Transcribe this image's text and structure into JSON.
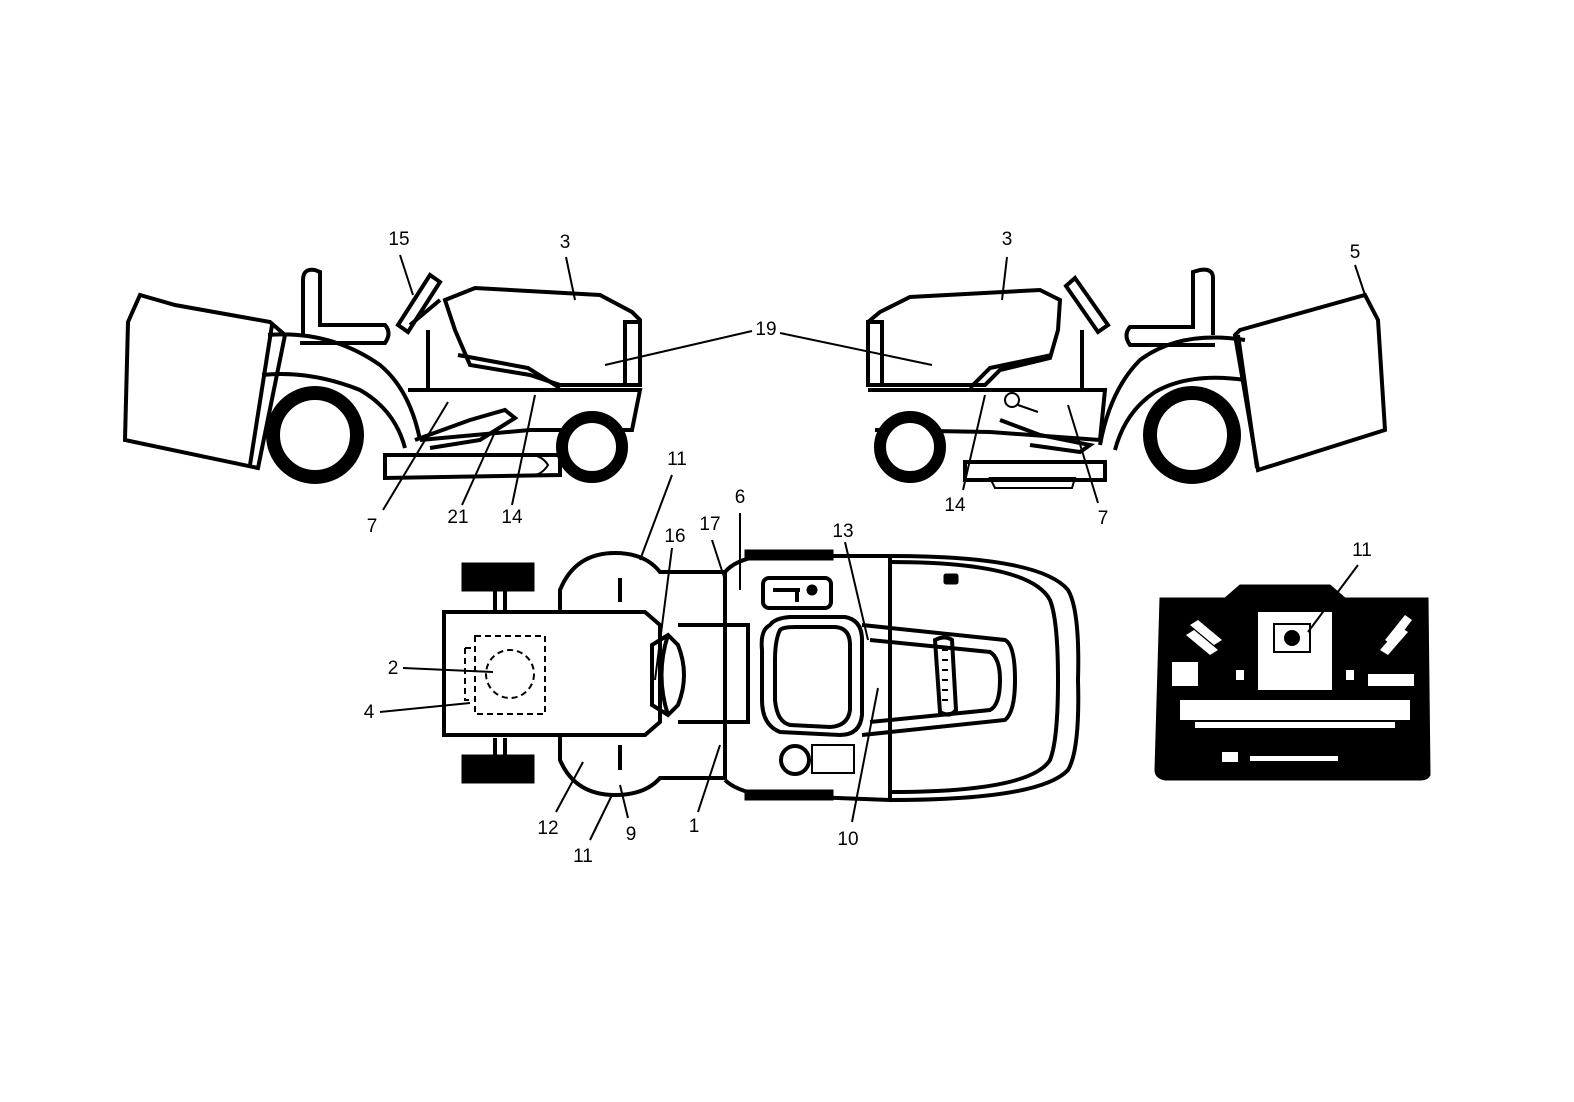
{
  "callouts": {
    "left_view": [
      "15",
      "3",
      "19",
      "7",
      "21",
      "14"
    ],
    "right_view": [
      "3",
      "5",
      "14",
      "7"
    ],
    "top_view": [
      "11",
      "16",
      "17",
      "6",
      "13",
      "2",
      "4",
      "12",
      "11",
      "9",
      "1",
      "10"
    ],
    "rear_view": [
      "11"
    ]
  }
}
